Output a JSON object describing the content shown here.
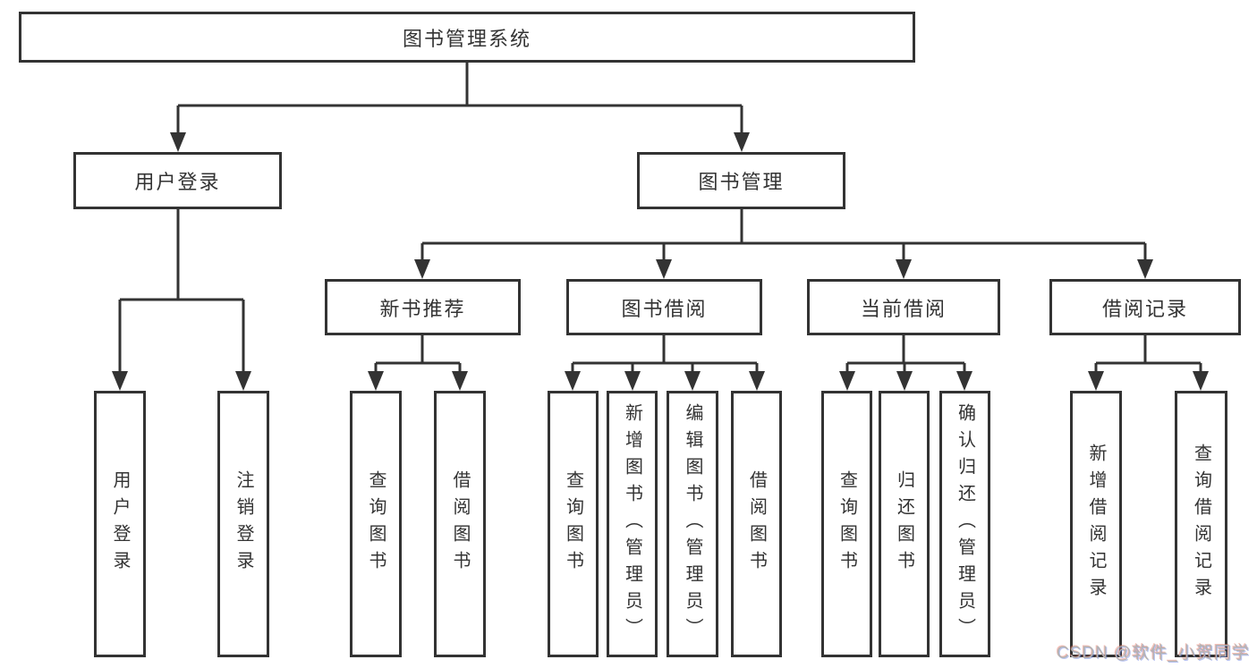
{
  "diagram": {
    "root": {
      "label": "图书管理系统",
      "children": [
        {
          "label": "用户登录",
          "children": [
            {
              "label": "用户登录"
            },
            {
              "label": "注销登录"
            }
          ]
        },
        {
          "label": "图书管理",
          "children": [
            {
              "label": "新书推荐",
              "children": [
                {
                  "label": "查询图书"
                },
                {
                  "label": "借阅图书"
                }
              ]
            },
            {
              "label": "图书借阅",
              "children": [
                {
                  "label": "查询图书"
                },
                {
                  "label": "新增图书（管理员）"
                },
                {
                  "label": "编辑图书（管理员）"
                },
                {
                  "label": "借阅图书"
                }
              ]
            },
            {
              "label": "当前借阅",
              "children": [
                {
                  "label": "查询图书"
                },
                {
                  "label": "归还图书"
                },
                {
                  "label": "确认归还（管理员）"
                }
              ]
            },
            {
              "label": "借阅记录",
              "children": [
                {
                  "label": "新增借阅记录"
                },
                {
                  "label": "查询借阅记录"
                }
              ]
            }
          ]
        }
      ]
    }
  },
  "watermark": {
    "text": "CSDN @软件_小贺同学"
  },
  "colors": {
    "line": "#333333",
    "box_border": "#333333",
    "text": "#333333",
    "background": "#ffffff",
    "watermark_text": "#b3b3b3"
  }
}
